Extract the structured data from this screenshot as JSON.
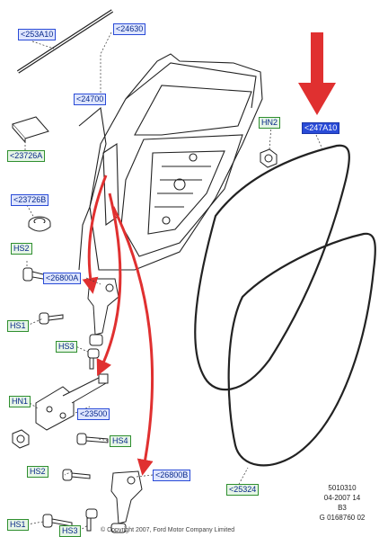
{
  "labels": {
    "l253a10": "<253A10",
    "l24630": "<24630",
    "l24700": "<24700",
    "l23726a": "<23726A",
    "l23726b": "<23726B",
    "hs2_top": "HS2",
    "l26800a": "<26800A",
    "hs1_mid": "HS1",
    "hs3_mid": "HS3",
    "hn1": "HN1",
    "l23500": "<23500",
    "hs4": "HS4",
    "hs2_bot": "HS2",
    "l26800b": "<26800B",
    "hs1_bot": "HS1",
    "hs3_bot": "HS3",
    "hn2": "HN2",
    "l247a10": "<247A10",
    "l25324": "<25324"
  },
  "footer": {
    "code": "5010310",
    "date": "04-2007 14",
    "page": "B3",
    "ref": "G 0168760 02",
    "copyright": "© Copyright 2007, Ford Motor Company Limited"
  },
  "colors": {
    "callout_box": "#2a4bd7",
    "fastener_box": "#2f8f2f",
    "arrow": "#e03030"
  }
}
